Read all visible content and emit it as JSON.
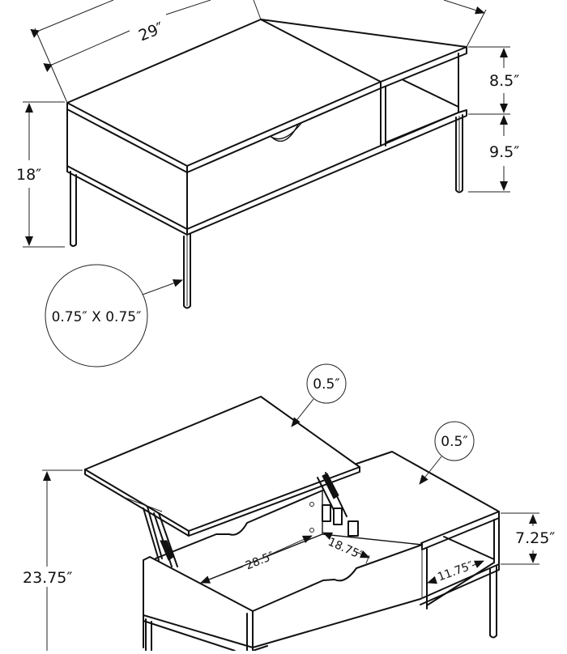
{
  "diagram": {
    "subject": "Lift-top coffee table dimension drawing",
    "colors": {
      "line": "#111111",
      "background": "#ffffff"
    },
    "top_view_closed": {
      "dimensions": {
        "length": "29″",
        "height_total": "18″",
        "shelf_opening_height": "8.5″",
        "leg_clearance_height": "9.5″"
      },
      "callouts": {
        "leg_profile": "0.75″ X 0.75″"
      }
    },
    "bottom_view_open": {
      "dimensions": {
        "lifted_height": "23.75″",
        "storage_interior_length": "28.5″",
        "storage_interior_depth": "18.75″",
        "shelf_opening_height": "7.25″",
        "shelf_depth": "11.75″"
      },
      "callouts": {
        "lift_top_thickness": "0.5″",
        "fixed_top_thickness": "0.5″"
      }
    }
  }
}
